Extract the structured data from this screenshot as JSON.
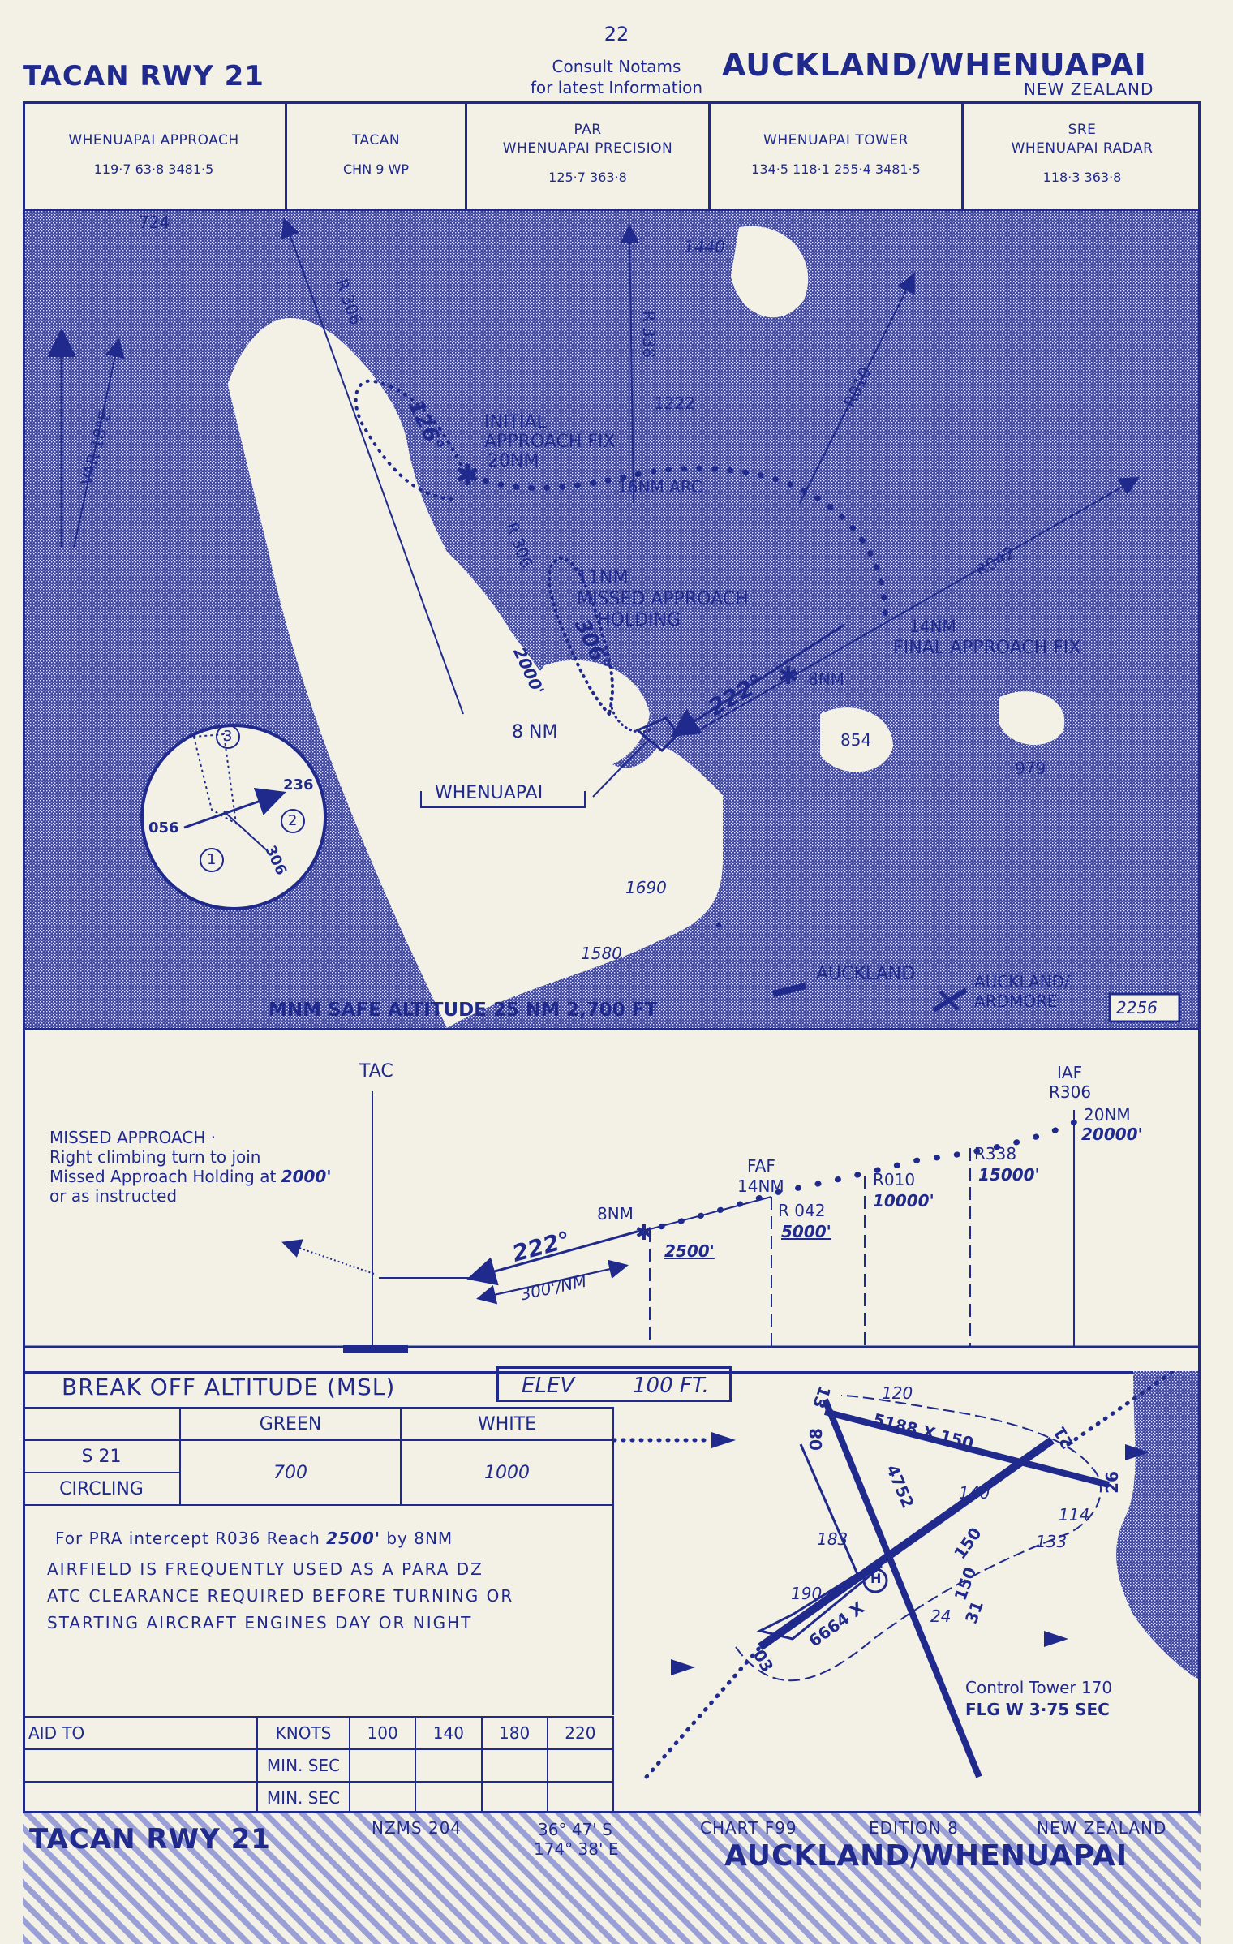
{
  "header": {
    "page_number": "22",
    "procedure_title": "TACAN RWY 21",
    "notam_line1": "Consult Notams",
    "notam_line2": "for latest Information",
    "airport_title": "AUCKLAND/WHENUAPAI",
    "country": "NEW ZEALAND"
  },
  "frequencies": [
    {
      "name": "WHENUAPAI APPROACH",
      "sub": "",
      "values": "119·7   63·8   3481·5"
    },
    {
      "name": "TACAN",
      "sub": "",
      "values": "CHN 9 WP"
    },
    {
      "name": "PAR",
      "sub": "WHENUAPAI  PRECISION",
      "values": "125·7   363·8"
    },
    {
      "name": "WHENUAPAI TOWER",
      "sub": "",
      "values": "134·5   118·1   255·4   3481·5"
    },
    {
      "name": "SRE",
      "sub": "WHENUAPAI RADAR",
      "values": "118·3   363·8"
    }
  ],
  "plan_view": {
    "spot_724": "724",
    "spot_1440": "1440",
    "spot_1222": "1222",
    "spot_854": "854",
    "spot_979": "979",
    "spot_1690": "1690",
    "spot_1580": "1580",
    "r306_outer": "R 306",
    "r306_inner": "R 306",
    "r338": "R 338",
    "r010": "R010",
    "r042": "R042",
    "var": "VAR 18°E",
    "hold_126": "126°",
    "iaf_line1": "INITIAL",
    "iaf_line2": "APPROACH FIX",
    "iaf_line3": "20NM",
    "arc": "16NM ARC",
    "map_line1": "11NM",
    "map_line2": "MISSED APPROACH",
    "map_line3": "HOLDING",
    "hold_306": "306°",
    "hold_2000": "2000'",
    "nm8_hold": "8 NM",
    "faf_line1": "14NM",
    "faf_line2": "FINAL APPROACH FIX",
    "fix_8nm": "8NM",
    "course_222": "222°",
    "whenuapai": "WHENUAPAI",
    "auckland": "AUCKLAND",
    "ardmore_line1": "AUCKLAND/",
    "ardmore_line2": "ARDMORE",
    "box_2256": "2256",
    "msa": "MNM SAFE ALTITUDE 25 NM  2,700 FT",
    "inset_3": "3",
    "inset_2": "2",
    "inset_1": "1",
    "inset_236": "236",
    "inset_056": "056",
    "inset_306": "306"
  },
  "profile": {
    "tac": "TAC",
    "missed_title": "MISSED APPROACH ·",
    "missed_line1": "Right climbing turn to join",
    "missed_line2": "Missed Approach Holding at",
    "missed_alt": "2000'",
    "missed_line3": "or as instructed",
    "course": "222°",
    "descent": "300'/NM",
    "nm8": "8NM",
    "alt_8nm": "2500'",
    "faf_line1": "FAF",
    "faf_line2": "14NM",
    "r042": "R 042",
    "alt_r042": "5000'",
    "r010": "R010",
    "alt_r010": "10000'",
    "r338": "R338",
    "alt_r338": "15000'",
    "iaf_line1": "IAF",
    "iaf_line2": "R306",
    "iaf_line3": "20NM",
    "alt_iaf": "20000'"
  },
  "minima": {
    "break_off": "BREAK OFF ALTITUDE (MSL)",
    "elev_label": "ELEV",
    "elev_value": "100 FT.",
    "green": "GREEN",
    "white": "WHITE",
    "s21": "S 21",
    "circling": "CIRCLING",
    "green_value": "700",
    "white_value": "1000"
  },
  "notes": {
    "pra": "For PRA  intercept R036  Reach",
    "pra_alt": "2500'",
    "pra_end": "by 8NM",
    "line1": "AIRFIELD  IS  FREQUENTLY  USED  AS  A  PARA  DZ",
    "line2": "ATC  CLEARANCE  REQUIRED  BEFORE  TURNING  OR",
    "line3": "STARTING    AIRCRAFT    ENGINES    DAY   OR   NIGHT"
  },
  "timing_table": {
    "aid_to": "AID TO",
    "knots": "KNOTS",
    "speeds": [
      "100",
      "140",
      "180",
      "220"
    ],
    "min_sec_1": "MIN. SEC",
    "min_sec_2": "MIN. SEC"
  },
  "aerodrome": {
    "rwy_13": "13",
    "rwy_08": "08",
    "rwy_26": "26",
    "rwy_03": "03",
    "rwy_21": "21",
    "rwy_31": "31",
    "len_5188": "5188 X 150",
    "len_4752": "4752",
    "len_150a": "150",
    "len_150b": "150",
    "len_6664": "6664 X",
    "spot_120": "120",
    "spot_140": "140",
    "spot_114": "114",
    "spot_133": "133",
    "spot_183": "183",
    "spot_190": "190",
    "spot_24": "24",
    "tower": "Control Tower 170",
    "beacon": "FLG W 3·75 SEC",
    "heliport": "H"
  },
  "footer": {
    "procedure_title": "TACAN RWY 21",
    "map_ref": "NZMS 204",
    "lat": "36° 47' S",
    "lon": "174° 38' E",
    "chart": "CHART  F99",
    "edition": "EDITION  8",
    "country": "NEW  ZEALAND",
    "airport_title": "AUCKLAND/WHENUAPAI"
  }
}
